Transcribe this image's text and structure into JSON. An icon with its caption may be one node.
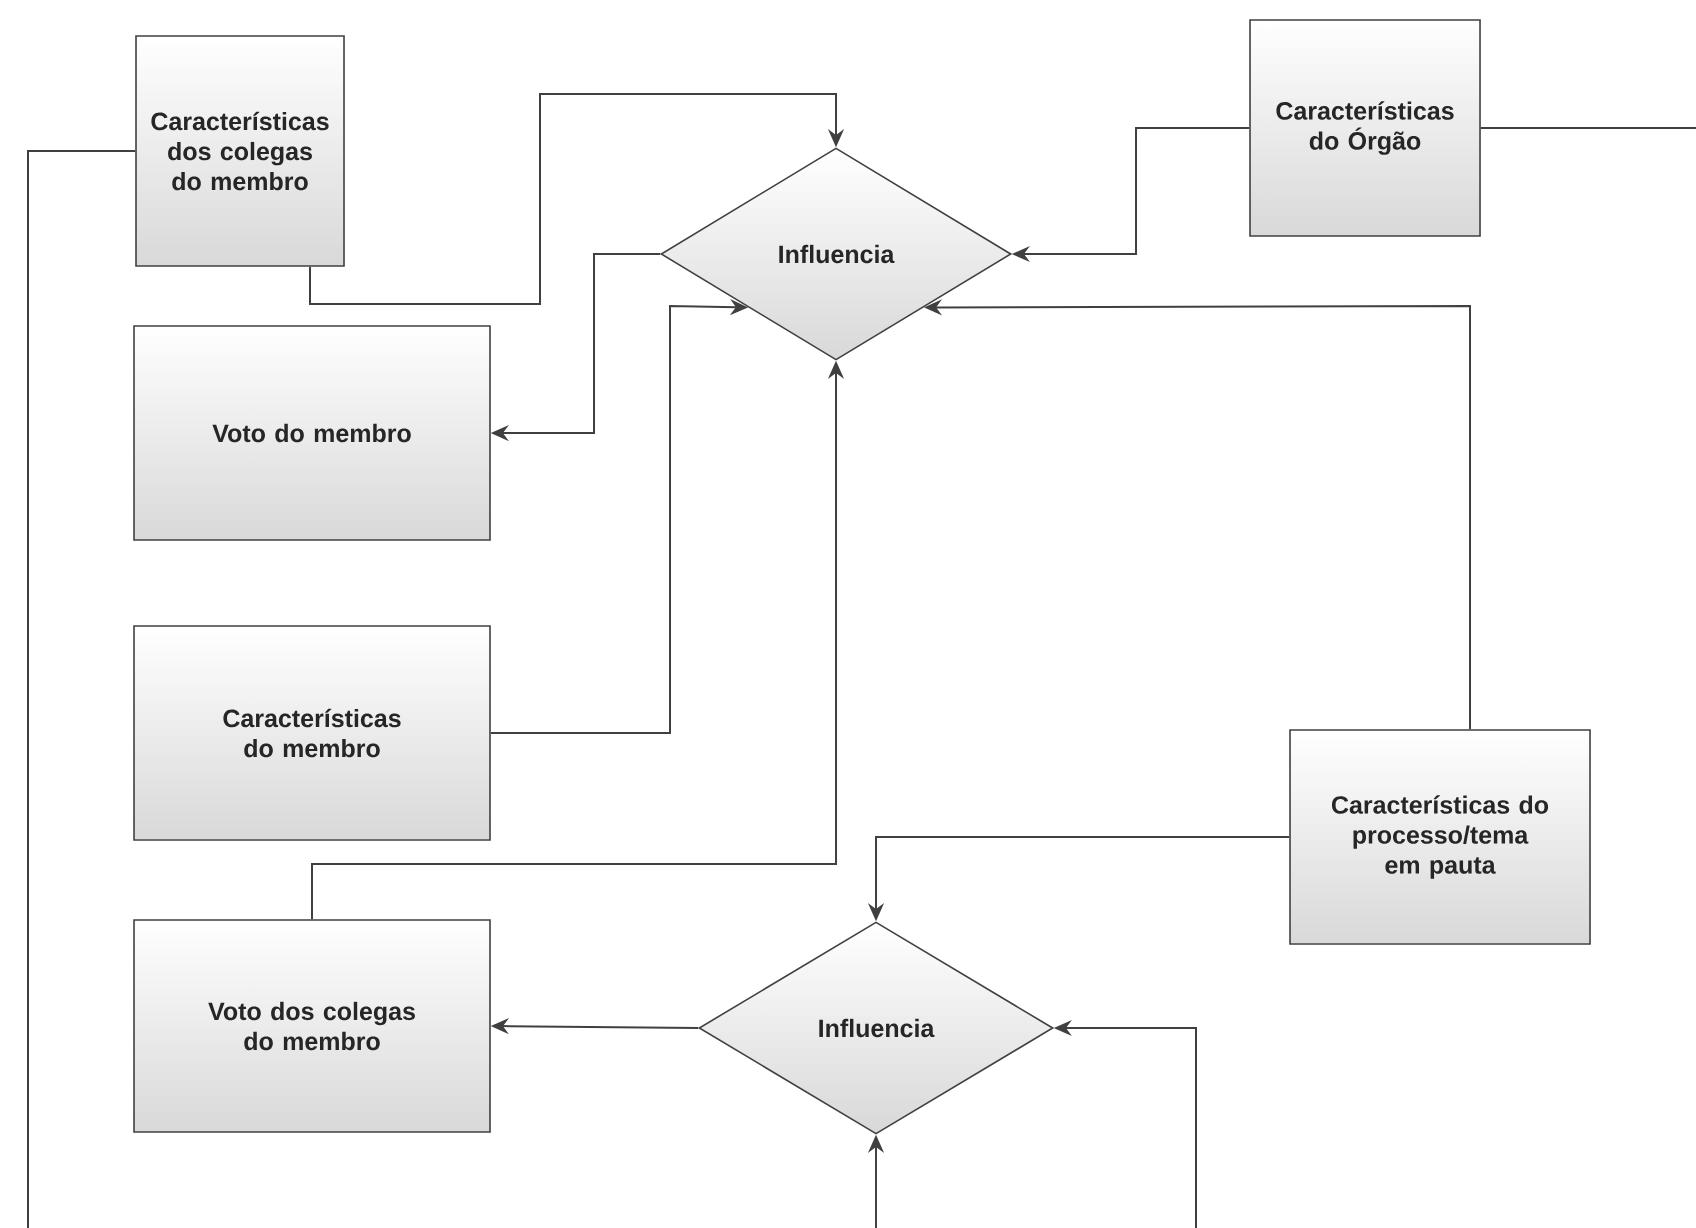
{
  "diagram": {
    "nodes": [
      {
        "text": [
          "Características dos colegas do membro"
        ]
      },
      {
        "text": [
          "Influencia"
        ]
      },
      {
        "text": [
          "Características do Órgão"
        ]
      },
      {
        "text": [
          "Voto do membro"
        ]
      },
      {
        "text": [
          "Características do membro"
        ]
      },
      {
        "text": [
          "Características do processo/tema em pauta"
        ]
      },
      {
        "text": [
          "Voto dos colegas do membro"
        ]
      },
      {
        "text": [
          "Influencia"
        ]
      }
    ],
    "edges": [
      {
        "from": 0,
        "to": 1,
        "arrow": "to"
      },
      {
        "from": 2,
        "to": 1,
        "arrow": "to"
      },
      {
        "from": 1,
        "to": 3,
        "arrow": "to"
      },
      {
        "from": 4,
        "to": 1,
        "arrow": "to"
      },
      {
        "from": 6,
        "to": 1,
        "arrow": "to"
      },
      {
        "from": 5,
        "to": 1,
        "arrow": "to"
      },
      {
        "from": 5,
        "to": 7,
        "arrow": "to"
      },
      {
        "from": 7,
        "to": 6,
        "arrow": "to"
      },
      {
        "from": null,
        "to": 7,
        "arrow": "to"
      },
      {
        "from": null,
        "to": 7,
        "arrow": "to"
      },
      {
        "from": 0,
        "to": null,
        "arrow": "none"
      },
      {
        "from": 2,
        "to": null,
        "arrow": "none"
      }
    ]
  }
}
